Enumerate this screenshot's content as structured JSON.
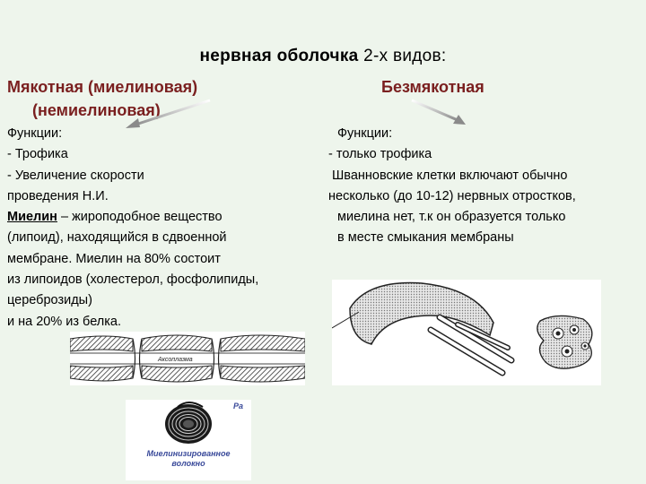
{
  "slide": {
    "title_bold": "нервная оболочка",
    "title_rest": " 2-х видов:",
    "left_heading_line1": "Мякотная (миелиновая)",
    "left_heading_line2": "(немиелиновая)",
    "right_heading": "Безмякотная",
    "left": {
      "functions_label": "Функции:",
      "item1": "-   Трофика",
      "item2": "-   Увеличение скорости",
      "item2_cont": "проведения Н.И.",
      "myelin_term": "Миелин",
      "myelin_def1": " – жироподобное вещество",
      "myelin_def2": "(липоид), находящийся в сдвоенной",
      "myelin_def3": "мембране. Миелин на 80% состоит",
      "myelin_def4": "из липоидов (холестерол, фосфолипиды,",
      "myelin_def5": "церебрози­ды)",
      "myelin_def6": "и на 20% из белка."
    },
    "right": {
      "functions_label": "Функции:",
      "line1": "- только трофика",
      "line2": "Шванновские клетки включают обычно",
      "line3": "несколько (до 10-12) нервных отростков,",
      "line4": "миелина нет, т.к он образуется только",
      "line5": "в месте смыкания мембраны"
    },
    "figures": {
      "axon_label": "Аксоплазма",
      "myelinated_fiber_label_line1": "Миелинизированное",
      "myelinated_fiber_label_line2": "волокно",
      "fiber_label_fragment": "Ра"
    }
  }
}
